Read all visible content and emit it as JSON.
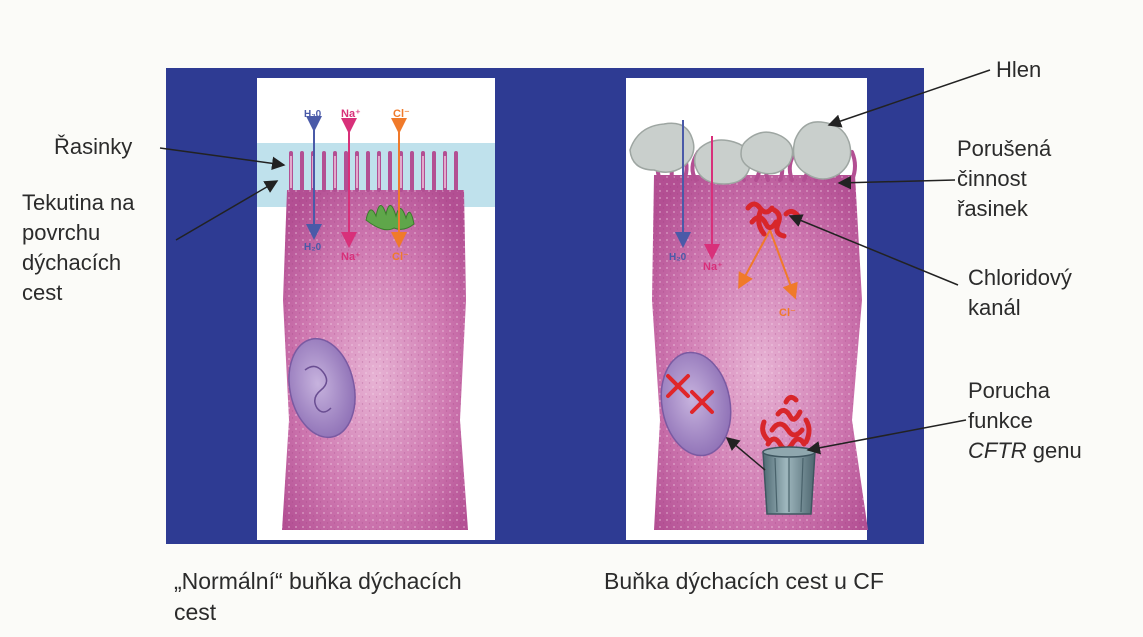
{
  "left_panel": {
    "ion_labels_top": [
      "H₂0",
      "Na⁺",
      "Cl⁻"
    ],
    "ion_labels_bottom": [
      "H₂0",
      "Na⁺",
      "Cl⁻"
    ],
    "caption_line1": "„Normální“ buňka dýchacích",
    "caption_line2": "cest"
  },
  "right_panel": {
    "ion_labels": [
      "H₂0",
      "Na⁺",
      "Cl⁻"
    ],
    "caption": "Buňka dýchacích cest u CF"
  },
  "labels": {
    "rasinky": "Řasinky",
    "tekutina": [
      "Tekutina na",
      "povrchu",
      "dýchacích",
      "cest"
    ],
    "hlen": "Hlen",
    "porusena": [
      "Porušená",
      "činnost",
      "řasinek"
    ],
    "chloridovy": [
      "Chloridový",
      "kanál"
    ],
    "porucha": [
      "Porucha",
      "funkce"
    ],
    "cftr_italic": "CFTR",
    "cftr_suffix": " genu"
  },
  "colors": {
    "background_band": "#2e3b93",
    "panel": "#ffffff",
    "cell_fill": "#c86aa6",
    "surface_liquid": "#bfe1ec",
    "mucus": "#c9cfcc",
    "water_arrow": "#4a5aa8",
    "sodium_arrow": "#d8307a",
    "chloride_arrow": "#f07a2a",
    "defective_protein": "#d8262a",
    "bin": "#6f8c94"
  }
}
